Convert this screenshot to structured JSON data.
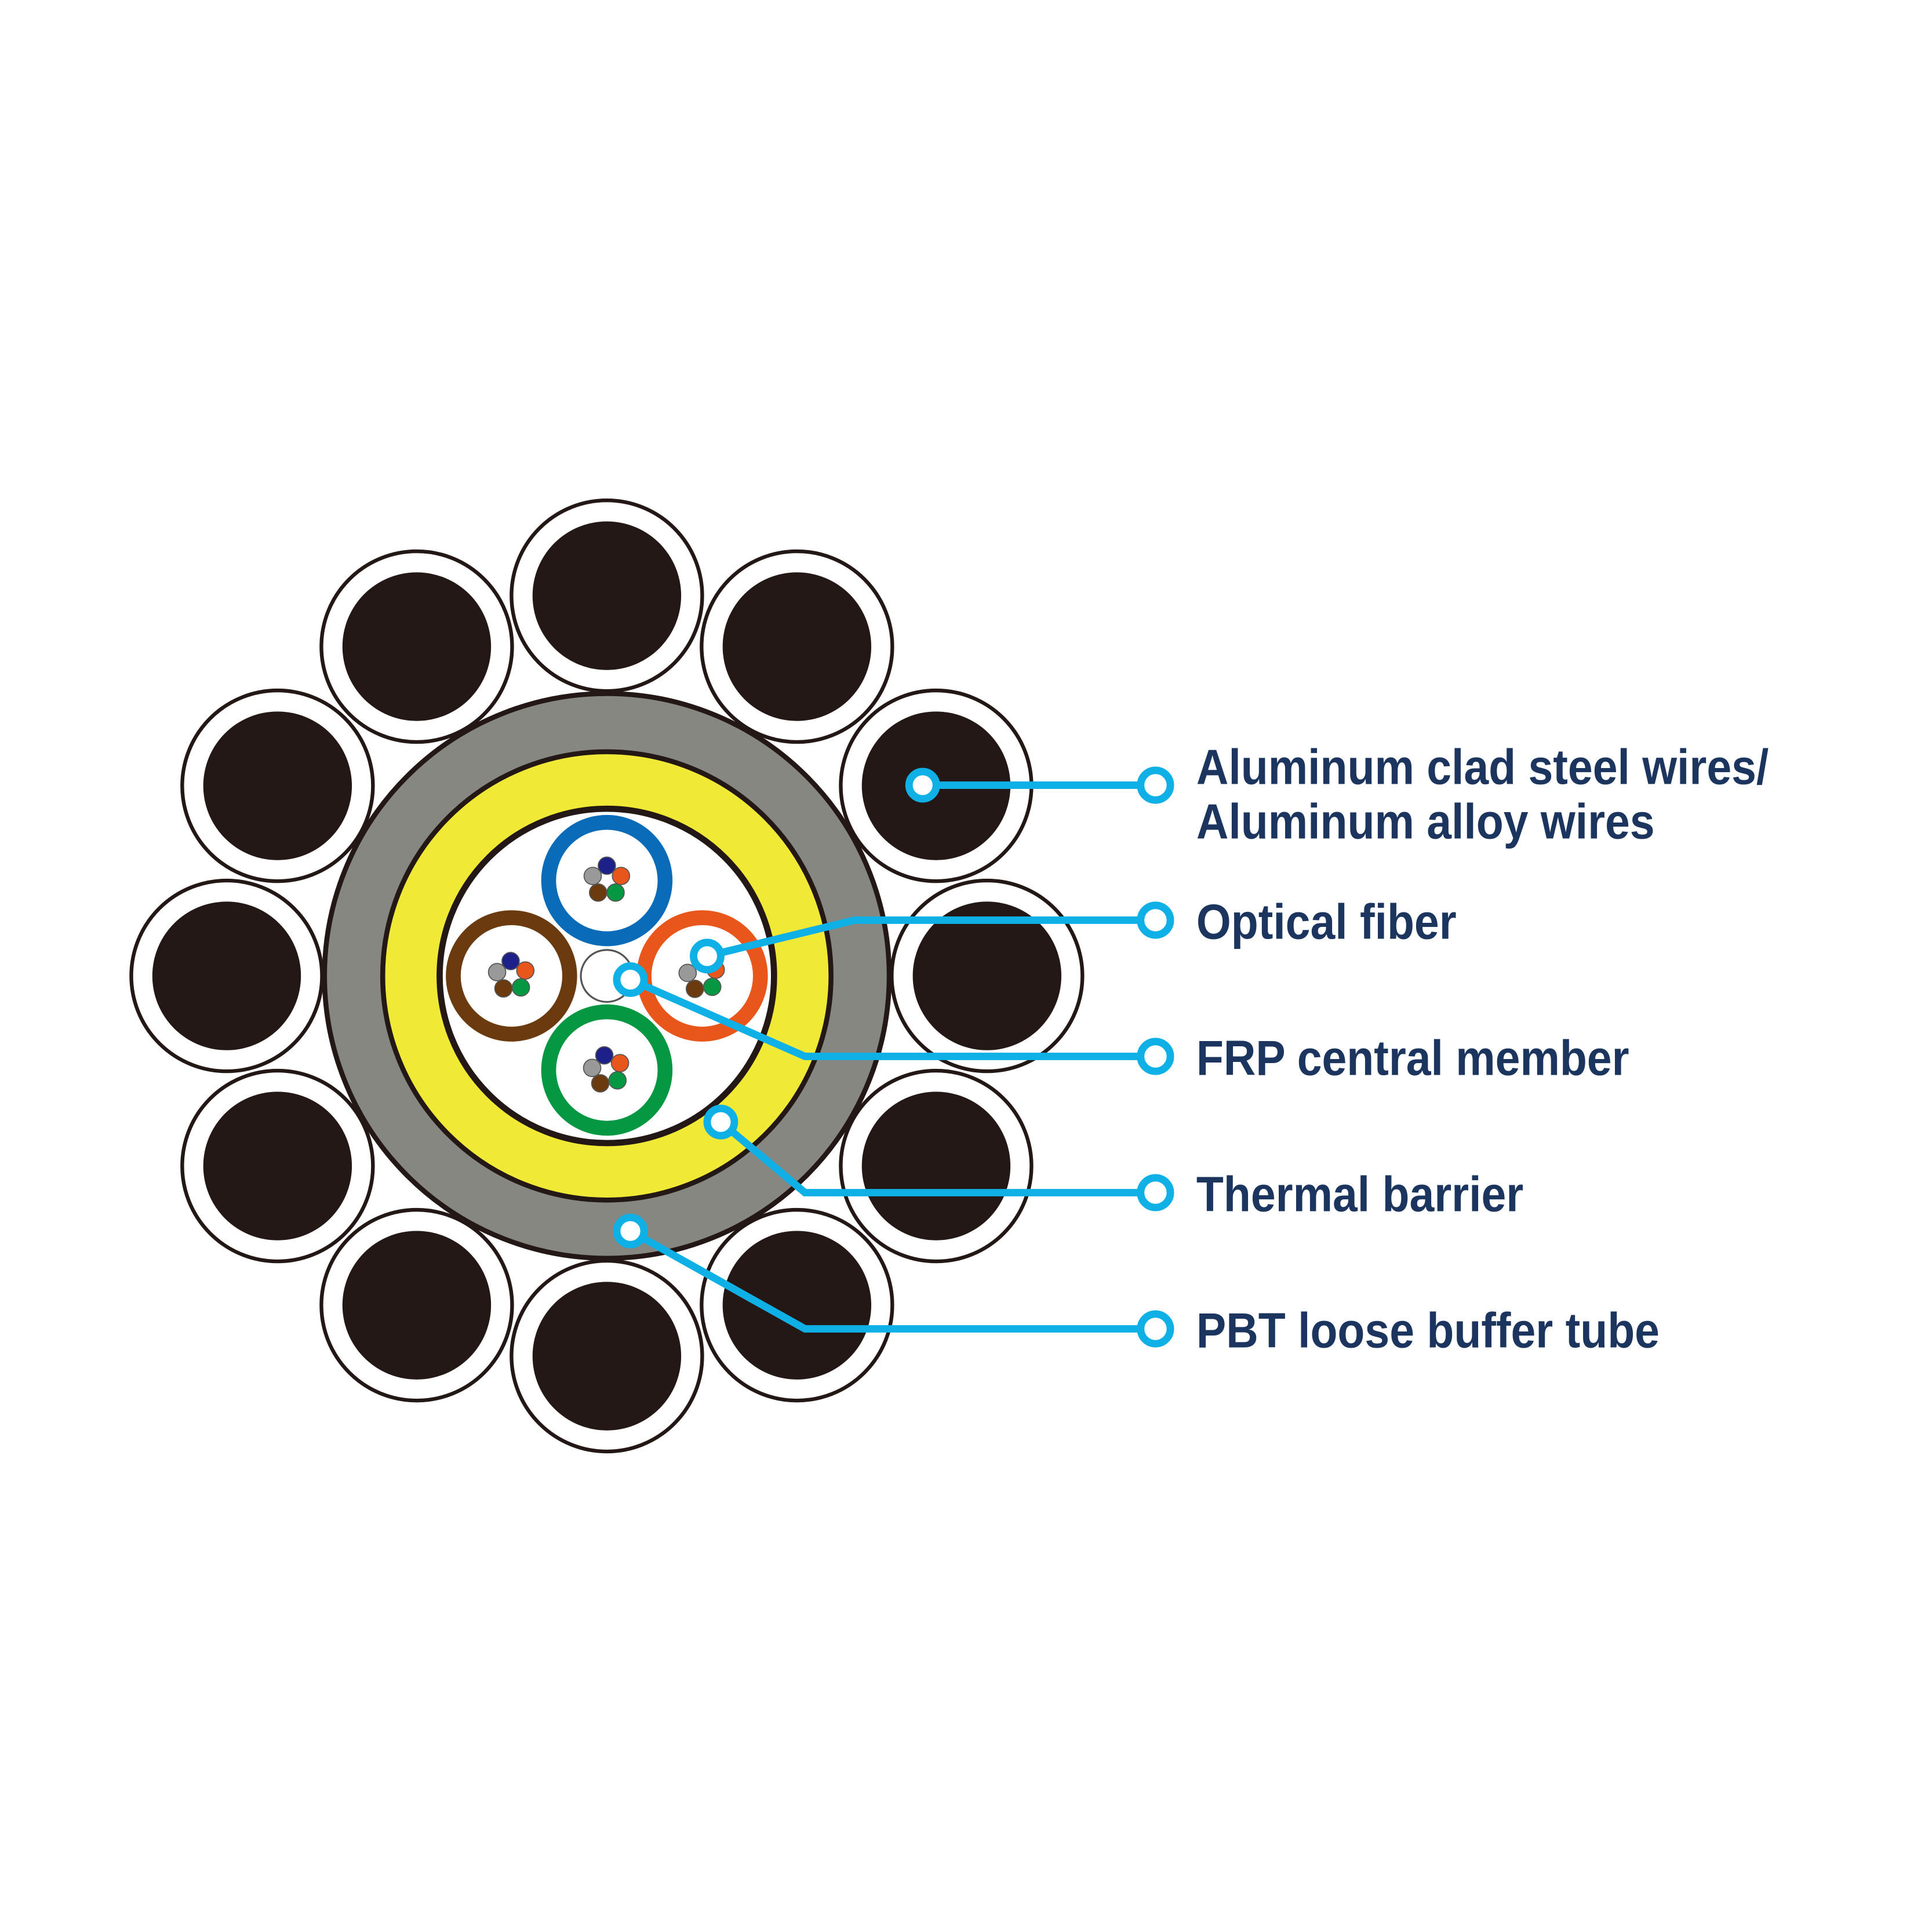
{
  "labels": {
    "wires_line1": "Aluminum clad steel wires/",
    "wires_line2": "Aluminum alloy wires",
    "optical_fiber": "Optical fiber",
    "frp": "FRP central member",
    "thermal": "Thermal barrier",
    "pbt": "PBT loose buffer tube"
  },
  "colors": {
    "callout": "#0fb0e6",
    "label_text": "#1b355f",
    "wire_core": "#231815",
    "jacket": "#878782",
    "thermal_barrier": "#f0e935",
    "tubes": [
      "#0a6bb8",
      "#6b3a0e",
      "#e8561b",
      "#069743"
    ],
    "fibers": [
      "#1d2088",
      "#e8561b",
      "#069743",
      "#6b3a0e",
      "#999999"
    ]
  }
}
